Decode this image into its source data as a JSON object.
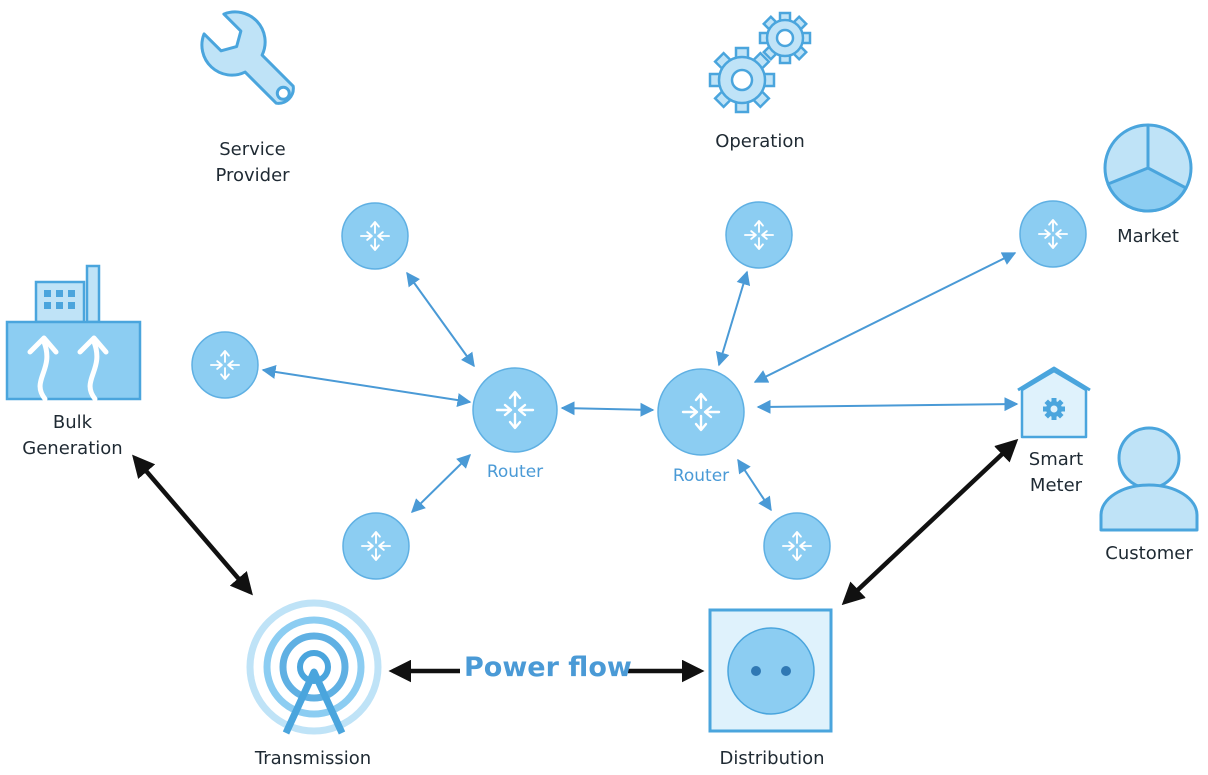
{
  "labels": {
    "service_provider_line1": "Service",
    "service_provider_line2": "Provider",
    "operation": "Operation",
    "market": "Market",
    "bulk_generation_line1": "Bulk",
    "bulk_generation_line2": "Generation",
    "router_left": "Router",
    "router_right": "Router",
    "smart_meter_line1": "Smart",
    "smart_meter_line2": "Meter",
    "customer": "Customer",
    "transmission": "Transmission",
    "distribution": "Distribution",
    "power_flow": "Power flow"
  },
  "colors": {
    "icon_fill": "#bfe3f7",
    "icon_stroke": "#4aa5dd",
    "router_fill": "#8ccdf2",
    "network_link": "#4a9ad6",
    "power_link": "#111111",
    "label_text": "#1f2a33",
    "accent_text": "#4a9ad6"
  },
  "icons": [
    "wrench-icon",
    "gears-icon",
    "pie-chart-icon",
    "factory-icon",
    "router-icon",
    "smart-meter-house-icon",
    "customer-person-icon",
    "transmission-tower-icon",
    "distribution-outlet-icon"
  ]
}
